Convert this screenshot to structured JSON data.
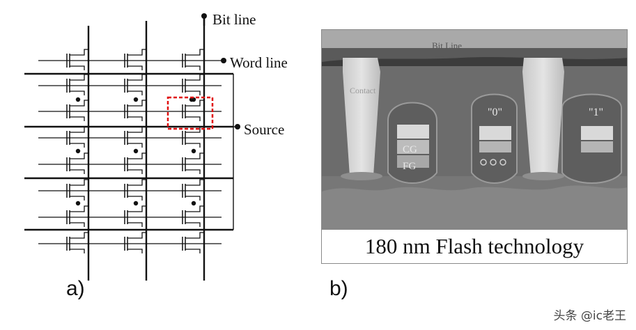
{
  "labels": {
    "bit_line": "Bit line",
    "word_line": "Word line",
    "source": "Source"
  },
  "panels": {
    "a": "a)",
    "b": "b)"
  },
  "sem": {
    "caption": "180 nm Flash technology",
    "bit_line": "Bit Line",
    "contact": "Contact",
    "state0": "\"0\"",
    "state1": "\"1\"",
    "cg": "CG",
    "fg": "FG"
  },
  "colors": {
    "highlight": "#e01010",
    "wire": "#111111"
  },
  "watermark": "头条 @ic老王"
}
